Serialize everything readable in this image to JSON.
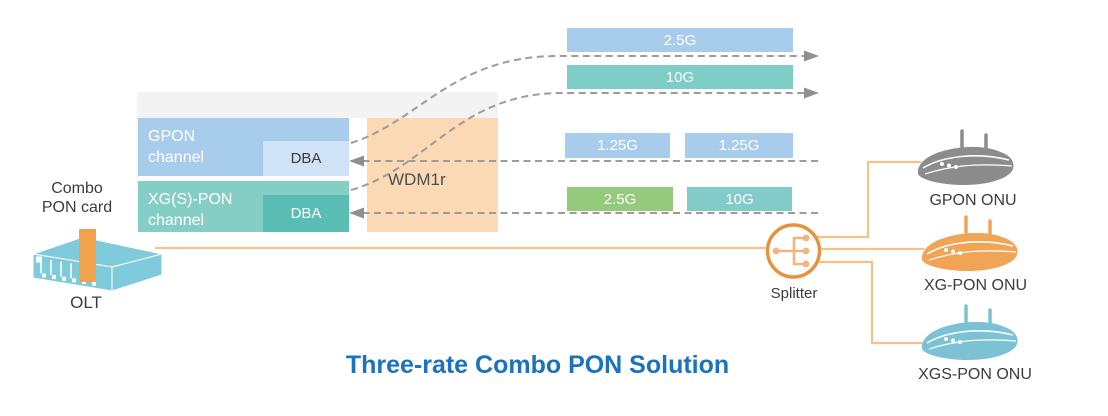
{
  "title": "Three-rate Combo PON Solution",
  "olt": {
    "card_line1": "Combo",
    "card_line2": "PON card",
    "label": "OLT"
  },
  "panel": {
    "gpon_line1": "GPON",
    "gpon_line2": "channel",
    "gpon_dba": "DBA",
    "xgs_line1": "XG(S)-PON",
    "xgs_line2": "channel",
    "xgs_dba": "DBA",
    "wdm": "WDM1r"
  },
  "downstream_bars": [
    {
      "label": "2.5G"
    },
    {
      "label": "10G"
    }
  ],
  "upstream_bars": {
    "row1": [
      {
        "label": "1.25G"
      },
      {
        "label": "1.25G"
      }
    ],
    "row2": [
      {
        "label": "2.5G"
      },
      {
        "label": "10G"
      }
    ]
  },
  "splitter_label": "Splitter",
  "onus": [
    {
      "label": "GPON ONU"
    },
    {
      "label": "XG-PON ONU"
    },
    {
      "label": "XGS-PON ONU"
    }
  ],
  "colors": {
    "light_blue": "#A7CCEC",
    "pale_blue": "#CFE2F6",
    "teal": "#85CEC6",
    "dark_teal": "#59BDB4",
    "green": "#95C97C",
    "teal_bar": "#82CBC9",
    "peach": "#FAD9B4",
    "panel_gray": "#F3F3F4",
    "dash_gray": "#9C9C9C",
    "fiber_orange": "#F6C28C",
    "splitter_ring": "#E8913B",
    "splitter_glyph": "#F2B580",
    "card_orange": "#F0A24D",
    "chassis_cyan": "#7FCBDB",
    "onu_gray": "#8C8C8C",
    "onu_orange": "#F0A455",
    "onu_teal": "#7BC2D4",
    "title_blue": "#1B72BE",
    "text_dark": "#3C3C3C"
  }
}
